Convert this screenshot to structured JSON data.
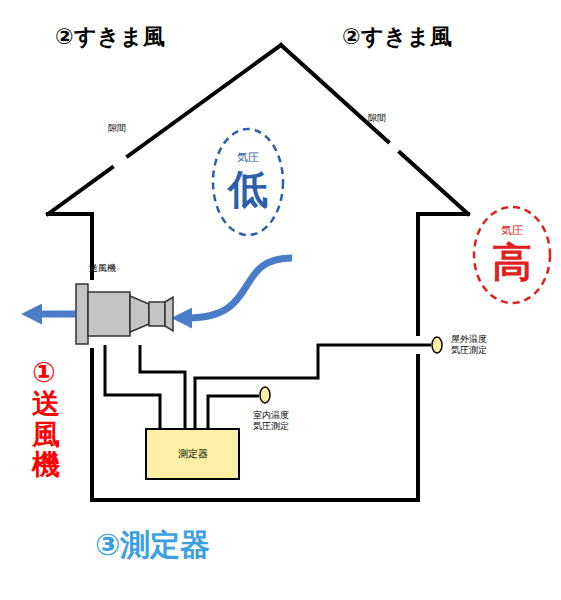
{
  "diagram": {
    "nodes": [
      {
        "text": [
          "気圧",
          "低"
        ]
      },
      {
        "text": [
          "気圧",
          "高"
        ]
      },
      {
        "text": [
          "送風機"
        ]
      },
      {
        "text": [
          "測定器"
        ]
      },
      {
        "text": [
          "室内温度 気圧測定"
        ]
      },
      {
        "text": [
          "屋外温度 気圧測定"
        ]
      }
    ],
    "edges": [
      {
        "from": 2,
        "to": 3,
        "arrow": "none"
      },
      {
        "from": 2,
        "to": 3,
        "arrow": "none"
      },
      {
        "from": 3,
        "to": 4,
        "arrow": "none"
      },
      {
        "from": 3,
        "to": 5,
        "arrow": "none"
      }
    ],
    "labels": [
      "②すきま風",
      "②すきま風",
      "隙間",
      "隙間",
      "①送風機",
      "③測定器"
    ]
  }
}
